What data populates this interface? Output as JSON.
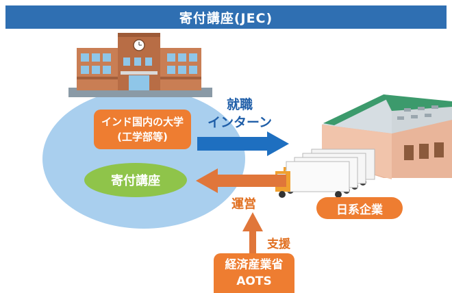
{
  "header": {
    "title": "寄付講座(JEC)"
  },
  "university_box": {
    "line1": "インド国内の大学",
    "line2": "(工学部等)"
  },
  "endowed_course": {
    "label": "寄付講座"
  },
  "employment_label": {
    "line1": "就職",
    "line2": "インターン"
  },
  "operation_label": "運営",
  "support_label": "支援",
  "japanese_companies": {
    "label": "日系企業"
  },
  "meti_aots": {
    "line1": "経済産業省",
    "line2": "AOTS"
  },
  "colors": {
    "title_bar": "#2f6fb2",
    "orange": "#ee7d31",
    "green": "#8fc44a",
    "light_blue": "#a9cfee",
    "blue_arrow": "#1e6fc0",
    "orange_arrow": "#e0763a"
  }
}
